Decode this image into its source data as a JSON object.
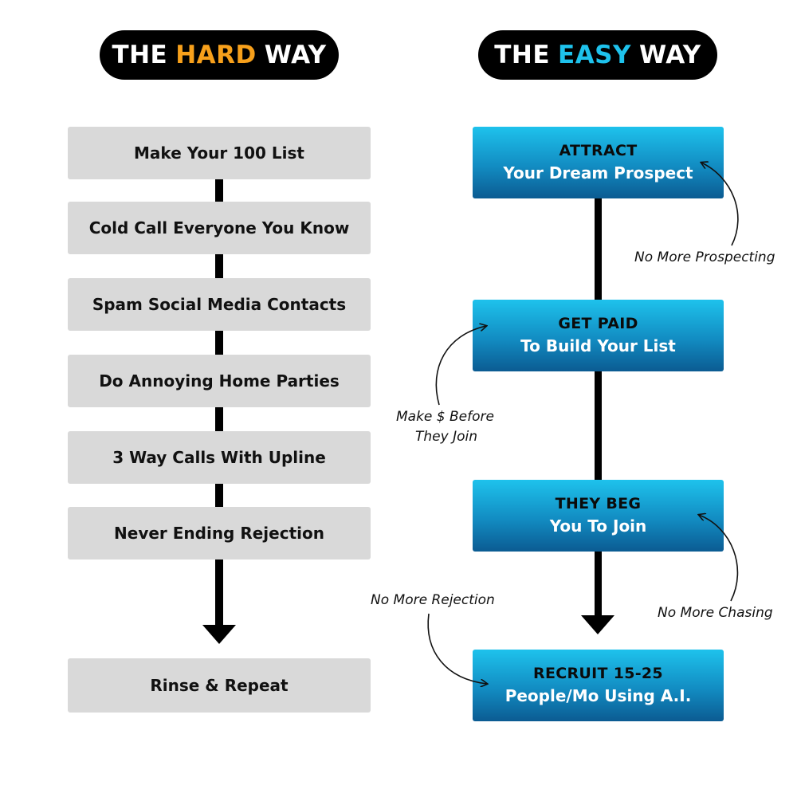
{
  "header": {
    "hard": {
      "pre": "THE",
      "highlight": "HARD",
      "post": "WAY",
      "highlight_color": "#f7a01b"
    },
    "easy": {
      "pre": "THE",
      "highlight": "EASY",
      "post": "WAY",
      "highlight_color": "#1ec2ec"
    }
  },
  "hard_way": {
    "steps": [
      "Make Your 100 List",
      "Cold Call Everyone You Know",
      "Spam Social Media Contacts",
      "Do Annoying Home Parties",
      "3 Way Calls With Upline",
      "Never Ending Rejection"
    ],
    "final": "Rinse & Repeat"
  },
  "easy_way": {
    "steps": [
      {
        "title": "ATTRACT",
        "subtitle": "Your Dream Prospect"
      },
      {
        "title": "GET PAID",
        "subtitle": "To Build Your List"
      },
      {
        "title": "THEY BEG",
        "subtitle": "You To Join"
      },
      {
        "title": "RECRUIT 15-25",
        "subtitle": "People/Mo Using A.I."
      }
    ],
    "notes": {
      "prospecting": "No More Prospecting",
      "make_money_line1": "Make $ Before",
      "make_money_line2": "They Join",
      "chasing": "No More Chasing",
      "rejection": "No More Rejection"
    }
  },
  "colors": {
    "hard_box": "#d9d9d9",
    "easy_box_top": "#1ec2ec",
    "easy_box_bottom": "#0b5b92"
  }
}
